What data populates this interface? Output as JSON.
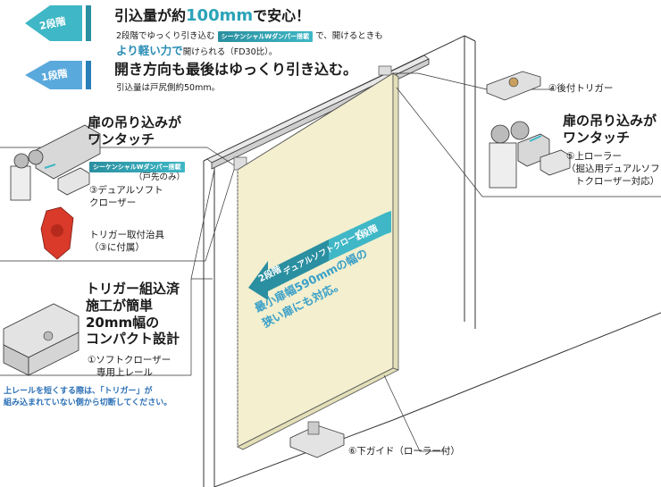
{
  "stage2": {
    "badge": "2段階",
    "headline_pre": "引込量が約",
    "headline_num": "100mm",
    "headline_post": "で安心！",
    "line1_pre": "2段階でゆっくり引き込む",
    "line1_badge": "シーケンシャルWダンパー搭載",
    "line1_post": "で、開けるときも",
    "line2_em": "より軽い力で",
    "line2_post": "開けられる（FD30比）。"
  },
  "stage1": {
    "badge": "1段階",
    "headline": "開き方向も最後はゆっくり引き込む。",
    "sub": "引込量は戸尻側約50mm。"
  },
  "left_top": {
    "title_line1": "扉の吊り込みが",
    "title_line2": "ワンタッチ",
    "badge": "シーケンシャルWダンパー搭載",
    "note": "（戸先のみ）",
    "part_line1": "③デュアルソフト",
    "part_line2": "クローザー",
    "jig_line1": "トリガー取付治具",
    "jig_line2": "（③に付属）"
  },
  "left_bottom": {
    "title_line1": "トリガー組込済",
    "title_line2": "施工が簡単",
    "title_line3": "20mm幅の",
    "title_line4": "コンパクト設計",
    "part_line1": "①ソフトクローザー",
    "part_line2": "専用上レール",
    "note_line1": "上レールを短くする際は、「トリガー」が",
    "note_line2": "組み込まれていない側から切断してください。"
  },
  "right": {
    "trigger_label": "④後付トリガー",
    "title_line1": "扉の吊り込みが",
    "title_line2": "ワンタッチ",
    "roller_line1": "⑤上ローラー",
    "roller_line2": "（掘込用デュアルソフ",
    "roller_line3": "トクローザー対応）"
  },
  "bottom": {
    "guide_label": "⑥下ガイド（ローラー付）"
  },
  "door": {
    "stage2_tag": "2段階",
    "stage1_tag": "1段階",
    "product_label": "デュアルソフトクローズ",
    "text_line1": "最小扉幅590mmの幅の",
    "text_line2": "狭い扉にも対応。"
  },
  "colors": {
    "accent": "#2aa3b8",
    "door_fill": "#f3efcf",
    "note_blue": "#2a6fb5",
    "jig_red": "#d93a2a"
  }
}
